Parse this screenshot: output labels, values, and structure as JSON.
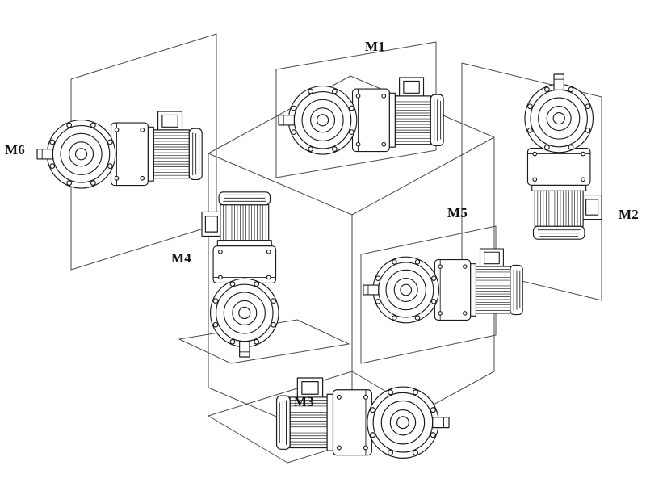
{
  "diagram": {
    "background_color": "#ffffff",
    "line_color": "#1b1b1b",
    "plane_line_color": "#4a4a4a",
    "labels": {
      "m1": "M1",
      "m2": "M2",
      "m3": "M3",
      "m4": "M4",
      "m5": "M5",
      "m6": "M6"
    }
  }
}
